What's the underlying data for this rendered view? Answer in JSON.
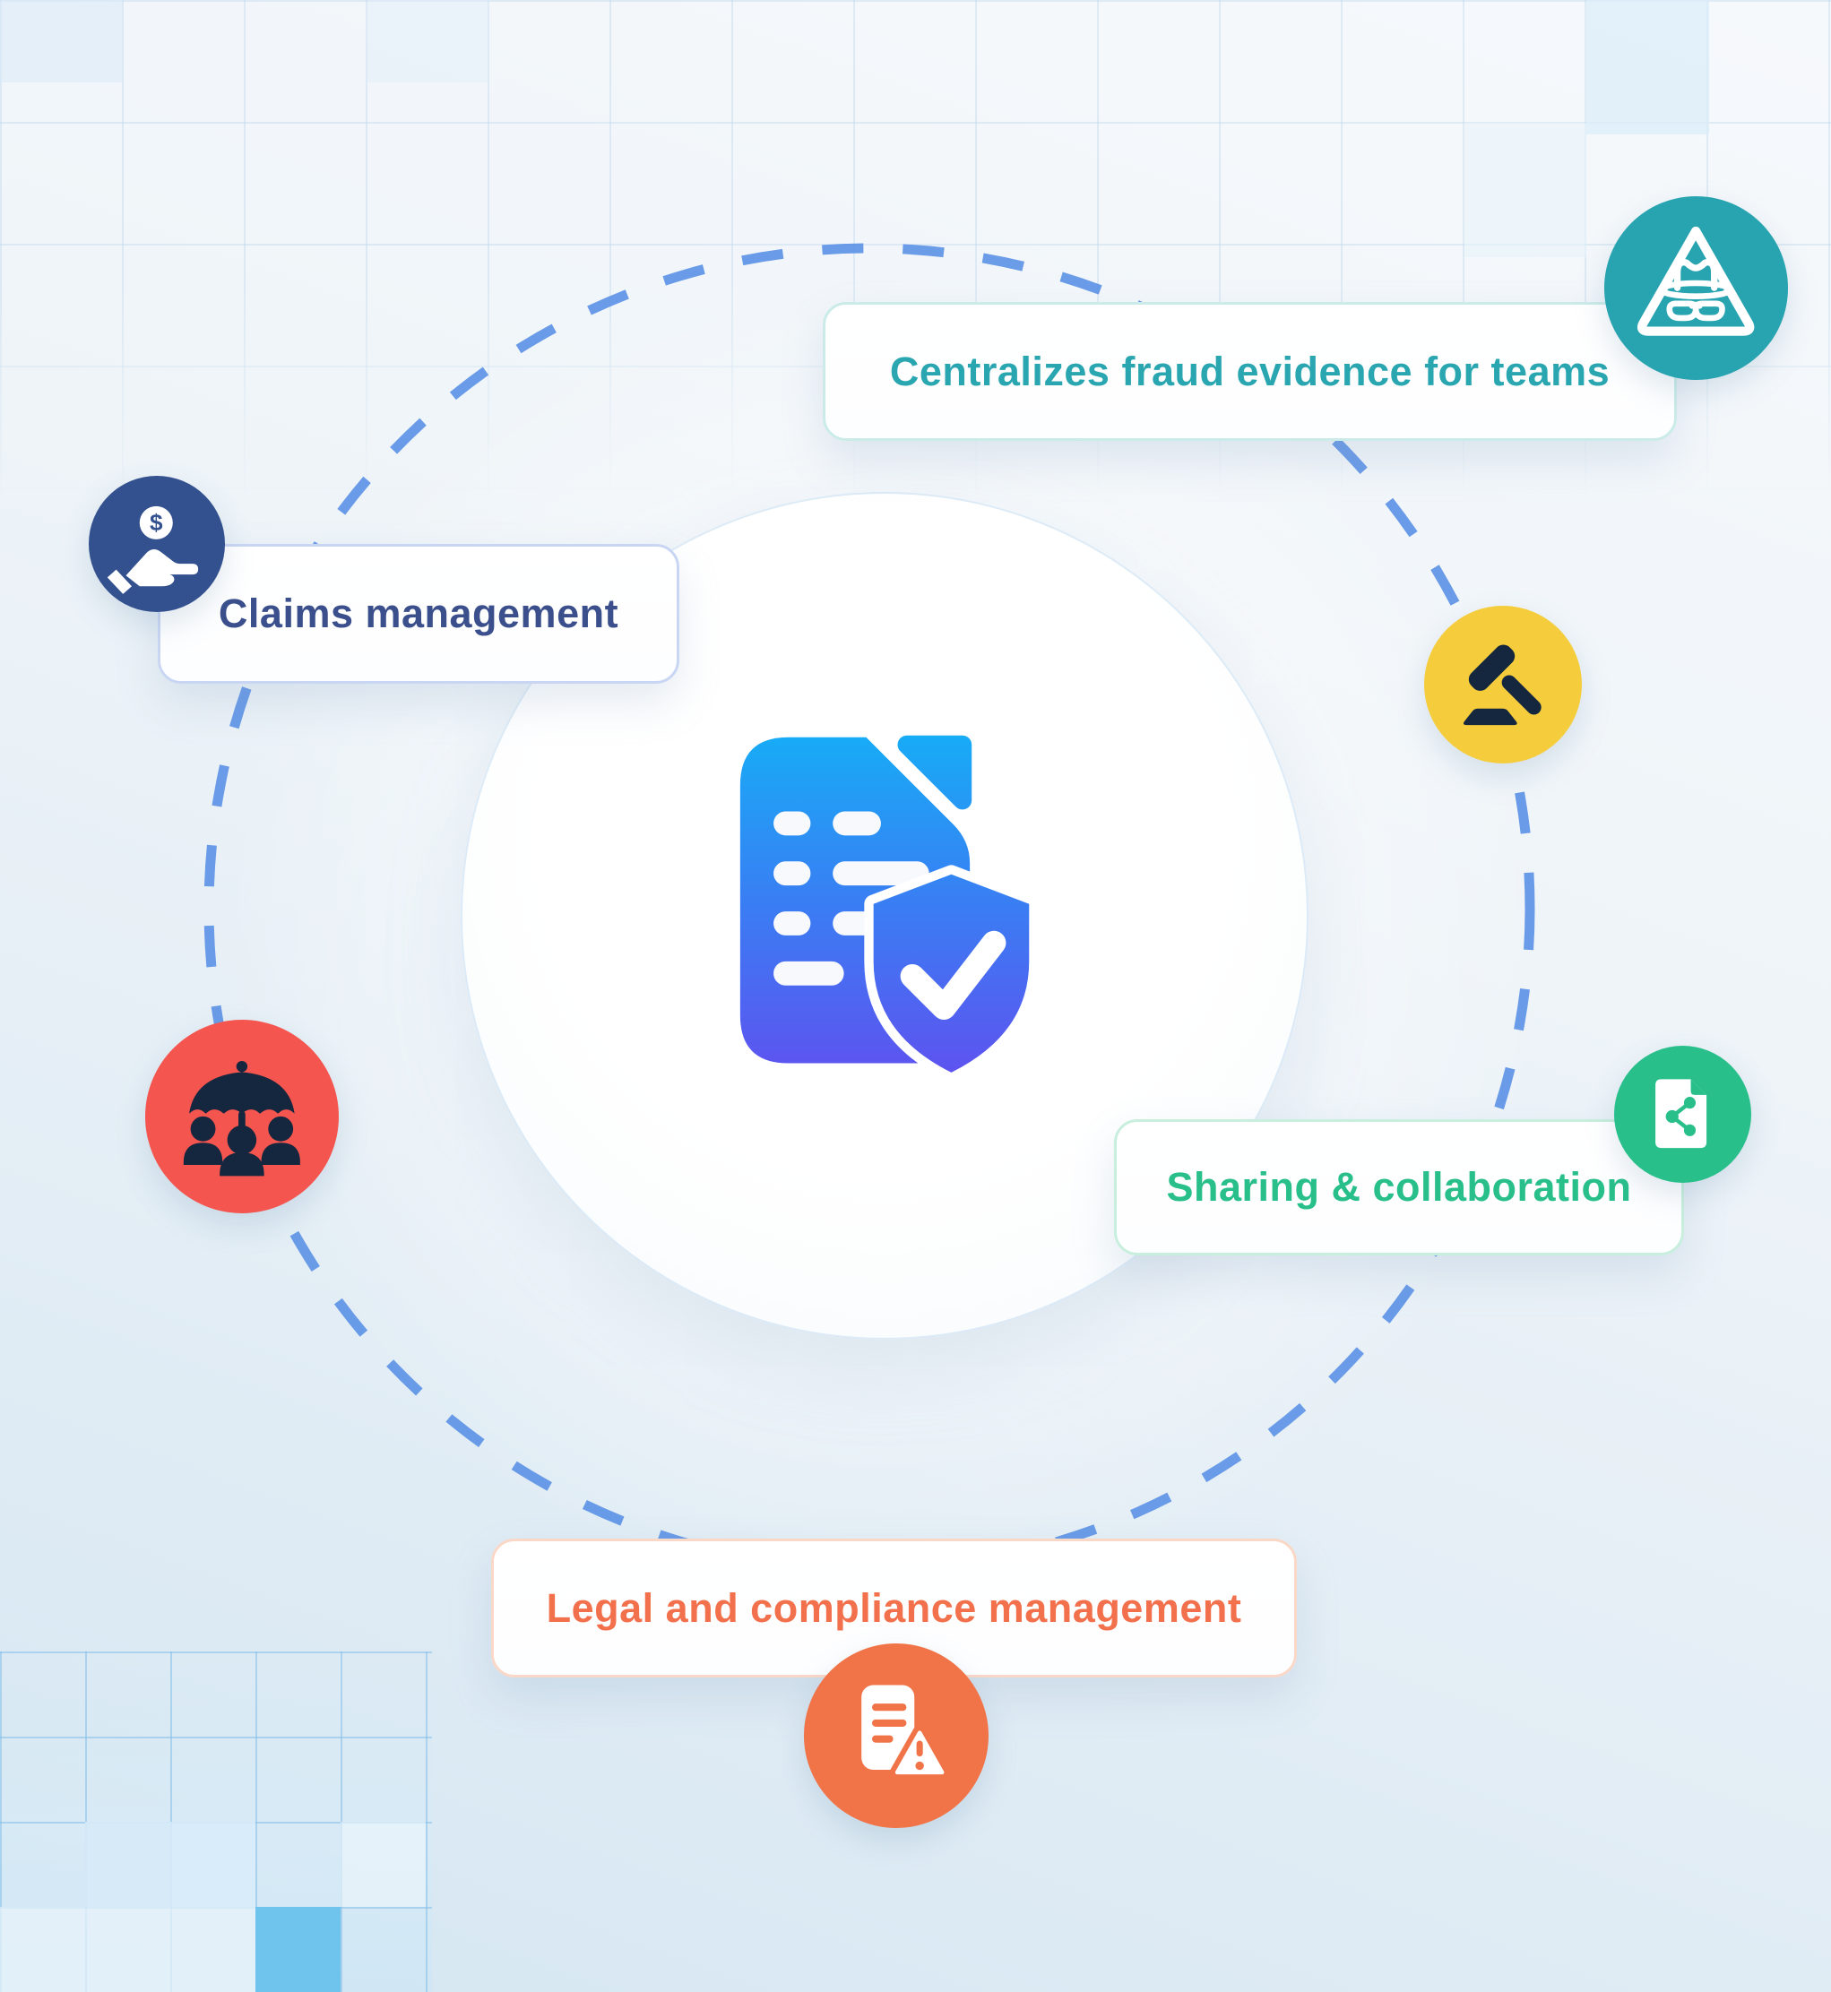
{
  "diagram": {
    "name": "Fraud evidence management feature diagram",
    "ring_color": "#5B91E5",
    "background_top": "#F6F9FC",
    "background_bottom": "#D5E6F1",
    "center_icon": "document-shield-check-icon",
    "center_icon_gradient_top": "#17ACF6",
    "center_icon_gradient_bottom": "#6050EF"
  },
  "callouts": {
    "fraud": {
      "label": "Centralizes fraud evidence for teams",
      "text_color": "#2AA6B1",
      "border_color": "#CBEBE9",
      "icon": "incognito-warning-icon",
      "icon_bg": "#27A4B0"
    },
    "claims": {
      "label": "Claims management",
      "text_color": "#3A4F8B",
      "border_color": "#C9D6F3",
      "icon": "hand-holding-dollar-icon",
      "icon_bg": "#33508F"
    },
    "sharing": {
      "label": "Sharing & collaboration",
      "text_color": "#29BF8B",
      "border_color": "#C8EEDD",
      "icon": "document-share-icon",
      "icon_bg": "#29BF8B"
    },
    "legal": {
      "label": "Legal and compliance management",
      "text_color": "#F2714C",
      "border_color": "#FAD8C8",
      "icon": "document-warning-icon",
      "icon_bg": "#F07448"
    }
  },
  "floating_icons": {
    "gavel": {
      "icon": "gavel-icon",
      "bg": "#F5CD3C",
      "glyph_color": "#15263F"
    },
    "insurance": {
      "icon": "umbrella-people-icon",
      "bg": "#F4564F",
      "glyph_color": "#15263F"
    }
  }
}
